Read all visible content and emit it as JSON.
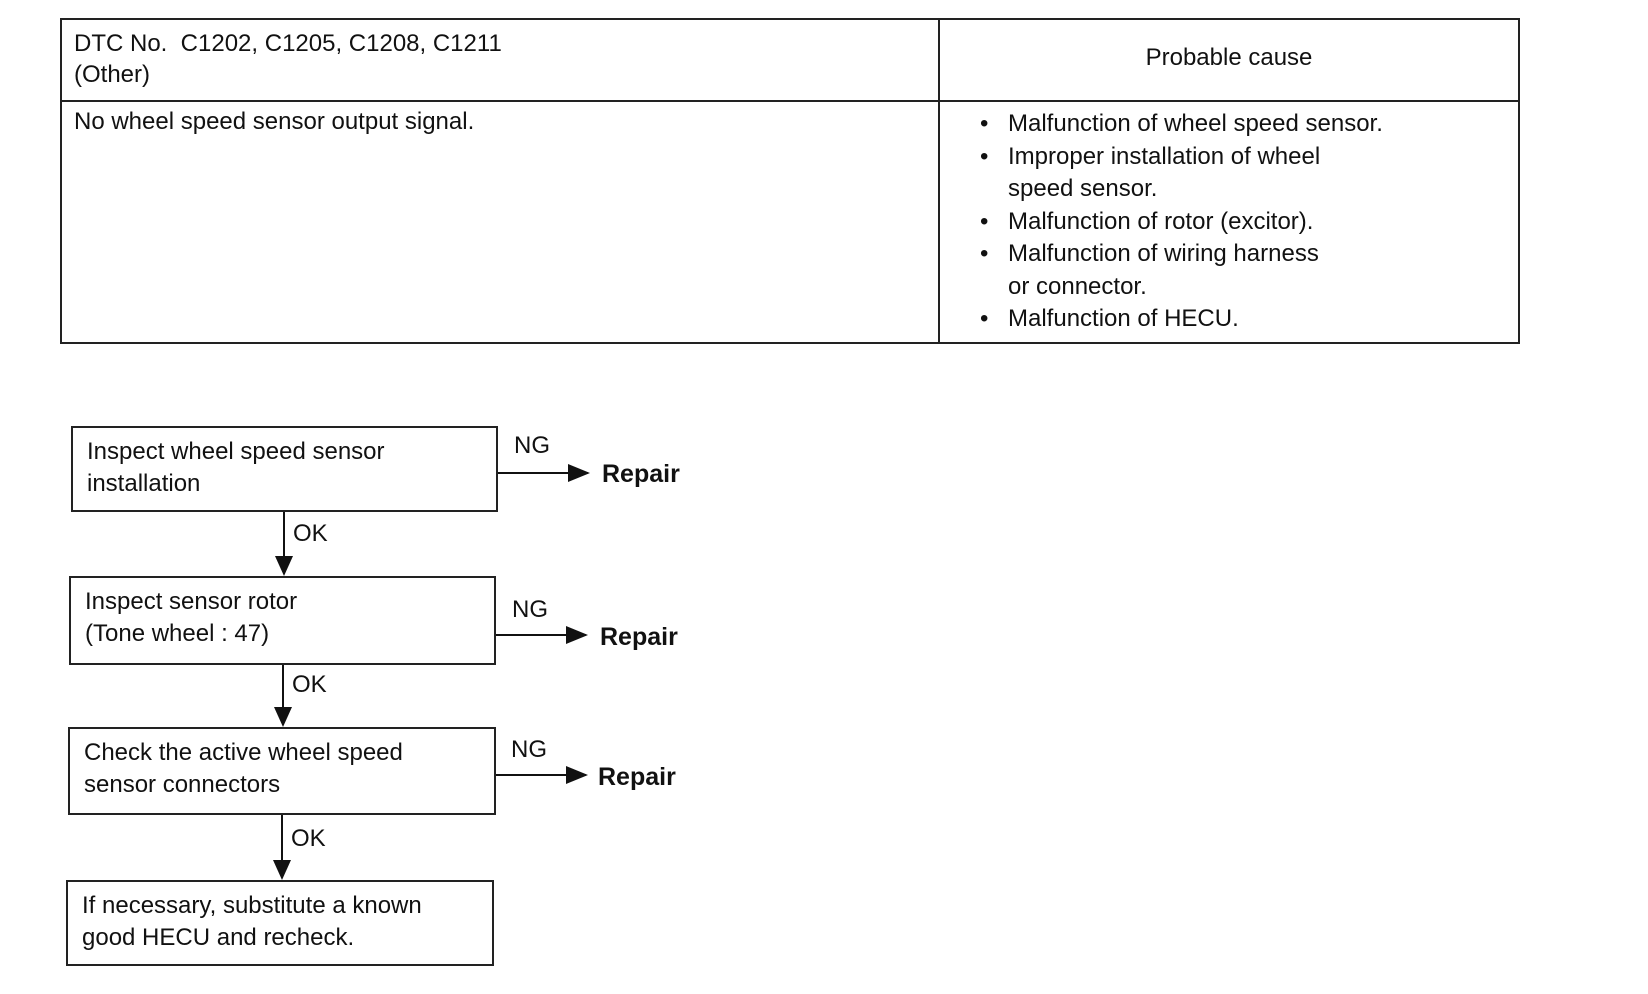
{
  "dtc_table": {
    "header_left": [
      "DTC No.  C1202, C1205, C1208, C1211",
      "(Other)"
    ],
    "header_right": "Probable cause",
    "condition": "No wheel speed sensor output signal.",
    "bullet": "•",
    "causes": [
      [
        "Malfunction of wheel speed sensor."
      ],
      [
        "Improper installation of wheel",
        "speed sensor."
      ],
      [
        "Malfunction of rotor (excitor)."
      ],
      [
        "Malfunction of wiring harness",
        "or connector."
      ],
      [
        "Malfunction of HECU."
      ]
    ]
  },
  "flowchart": {
    "steps": [
      [
        "Inspect wheel speed sensor",
        "installation"
      ],
      [
        "Inspect sensor rotor",
        "(Tone wheel : 47)"
      ],
      [
        "Check the active wheel speed",
        "sensor connectors"
      ],
      [
        "If necessary, substitute a known",
        "good HECU and recheck."
      ]
    ],
    "ng_label": "NG",
    "ok_label": "OK",
    "repair_label": "Repair"
  }
}
